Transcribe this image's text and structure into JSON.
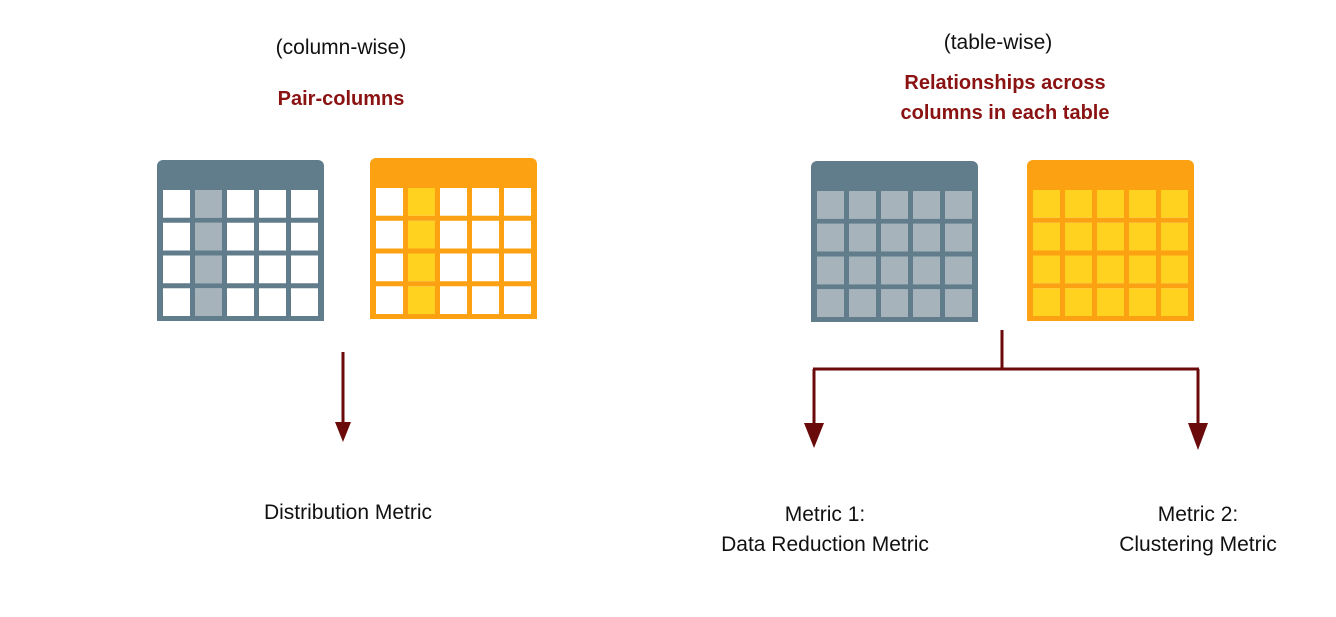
{
  "colors": {
    "gray_table": "#617d8c",
    "gray_cell": "#a7b3bb",
    "orange_table": "#fca112",
    "yellow_cell": "#ffd21f",
    "arrow": "#6b0a0a",
    "highlight_text": "#8b1212"
  },
  "left": {
    "label": "(column-wise)",
    "heading": "Pair-columns",
    "metric": "Distribution Metric",
    "mode": "single column highlighted in each table"
  },
  "right": {
    "label": "(table-wise)",
    "heading_line1": "Relationships across",
    "heading_line2": "columns in each table",
    "metric1_line1": "Metric 1:",
    "metric1_line2": "Data Reduction Metric",
    "metric2_line1": "Metric 2:",
    "metric2_line2": "Clustering Metric",
    "mode": "all cells highlighted in each table"
  }
}
